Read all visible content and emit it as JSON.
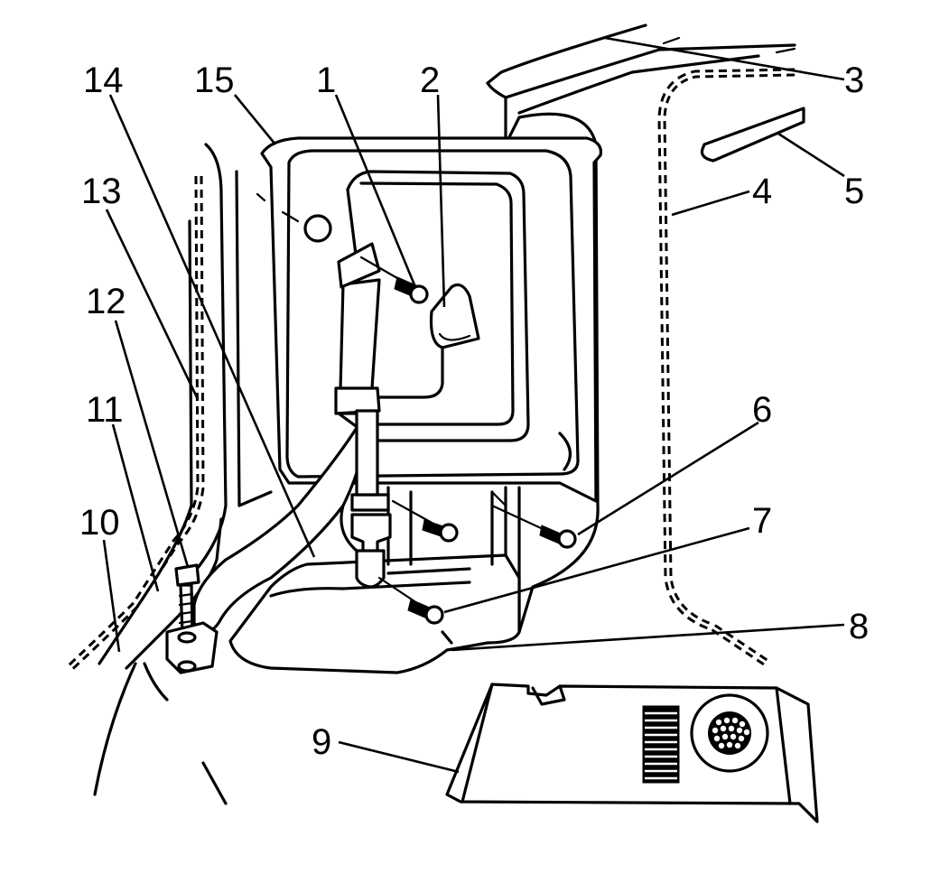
{
  "figure": {
    "callouts": [
      {
        "id": "1",
        "label": "1"
      },
      {
        "id": "2",
        "label": "2"
      },
      {
        "id": "3",
        "label": "3"
      },
      {
        "id": "4",
        "label": "4"
      },
      {
        "id": "5",
        "label": "5"
      },
      {
        "id": "6",
        "label": "6"
      },
      {
        "id": "7",
        "label": "7"
      },
      {
        "id": "8",
        "label": "8"
      },
      {
        "id": "9",
        "label": "9"
      },
      {
        "id": "10",
        "label": "10"
      },
      {
        "id": "11",
        "label": "11"
      },
      {
        "id": "12",
        "label": "12"
      },
      {
        "id": "13",
        "label": "13"
      },
      {
        "id": "14",
        "label": "14"
      },
      {
        "id": "15",
        "label": "15"
      }
    ],
    "colors": {
      "ink": "#000000",
      "paper": "#ffffff"
    }
  }
}
